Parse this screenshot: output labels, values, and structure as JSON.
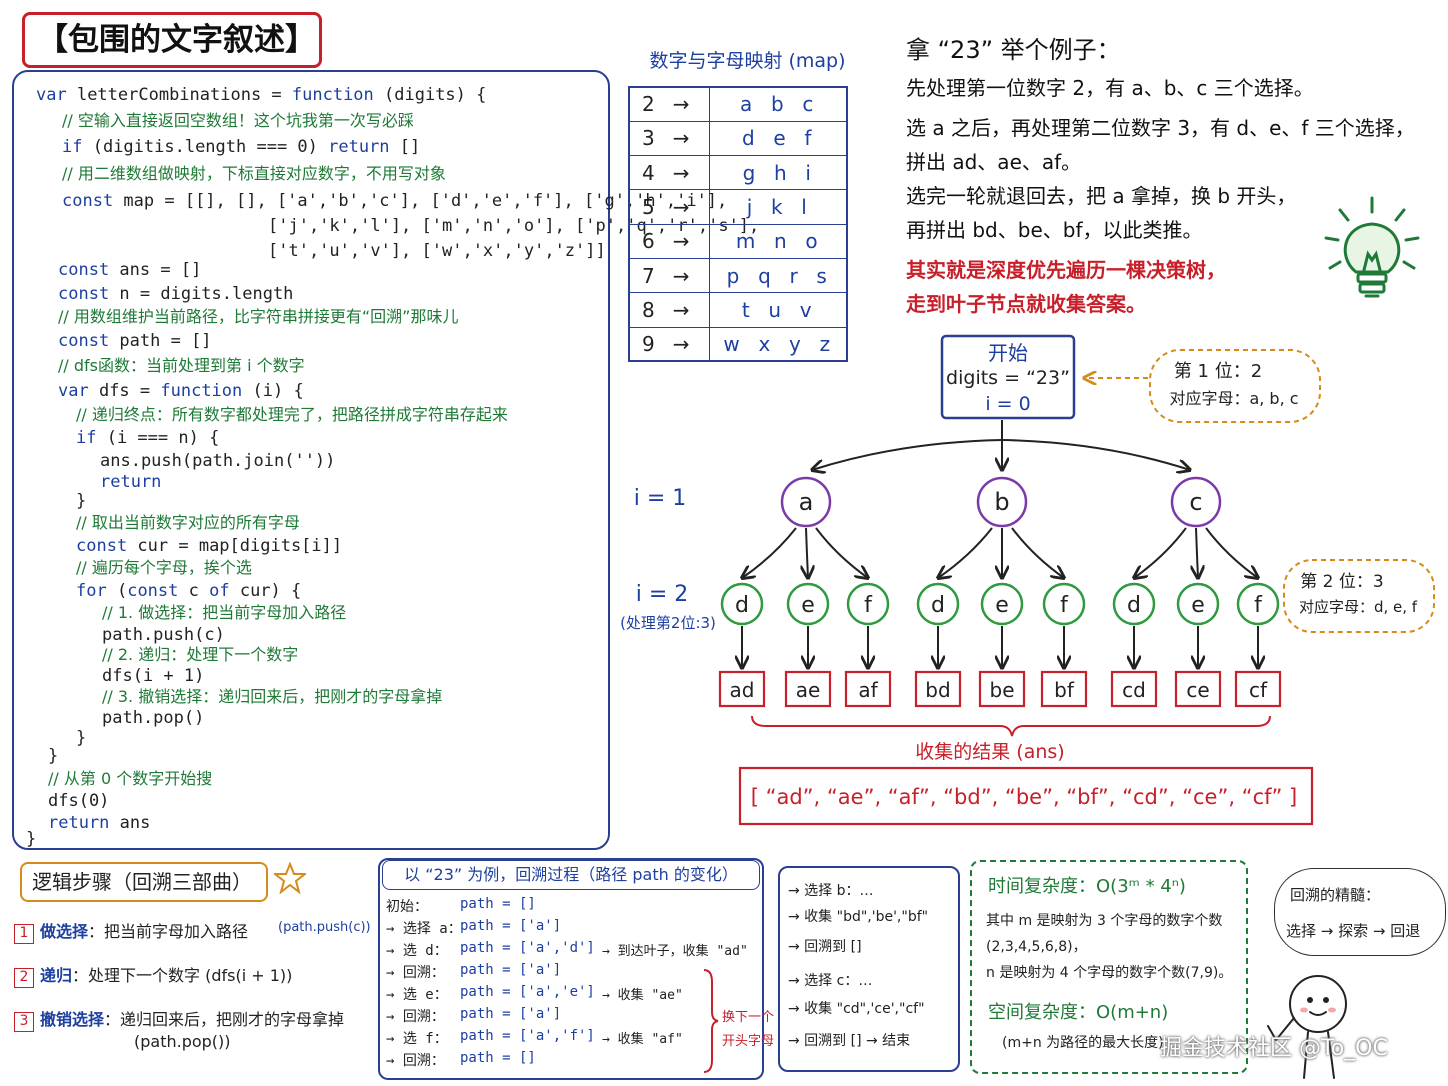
{
  "title": "【包围的文字叙述】",
  "code": {
    "lines": [
      "var letterCombinations = function (digits) {",
      "// 空输入直接返回空数组！这个坑我第一次写必踩",
      "if (digitis.length === 0) return []",
      "// 用二维数组做映射，下标直接对应数字，不用写对象",
      "const map = [[], [], ['a','b','c'], ['d','e','f'], ['g','h','i'],",
      "['j','k','l'], ['m','n','o'], ['p','q','r','s'],",
      "['t','u','v'], ['w','x','y','z']]",
      "const ans = []",
      "const n = digits.length",
      "// 用数组维护当前路径，比字符串拼接更有“回溯”那味儿",
      "const path = []",
      "// dfs函数：当前处理到第 i 个数字",
      "var dfs = function (i) {",
      "// 递归终点：所有数字都处理完了，把路径拼成字符串存起来",
      "if (i === n) {",
      "ans.push(path.join(''))",
      "return",
      "}",
      "// 取出当前数字对应的所有字母",
      "const cur = map[digits[i]]",
      "// 遍历每个字母，挨个选",
      "for (const c of cur) {",
      "// 1. 做选择：把当前字母加入路径",
      "path.push(c)",
      "// 2. 递归：处理下一个数字",
      "dfs(i + 1)",
      "// 3. 撤销选择：递归回来后，把刚才的字母拿掉",
      "path.pop()",
      "}",
      "}",
      "// 从第 0 个数字开始搜",
      "dfs(0)",
      "return ans",
      "}"
    ]
  },
  "map_table": {
    "title": "数字与字母映射 (map)",
    "arrow": "→",
    "rows": [
      {
        "digit": "2",
        "letters": "a  b  c"
      },
      {
        "digit": "3",
        "letters": "d  e  f"
      },
      {
        "digit": "4",
        "letters": "g  h  i"
      },
      {
        "digit": "5",
        "letters": "j  k  l"
      },
      {
        "digit": "6",
        "letters": "m  n  o"
      },
      {
        "digit": "7",
        "letters": "p  q  r  s"
      },
      {
        "digit": "8",
        "letters": "t  u  v"
      },
      {
        "digit": "9",
        "letters": "w  x  y  z"
      }
    ]
  },
  "explanation": {
    "heading": "拿 “23” 举个例子：",
    "lines": [
      "先处理第一位数字 2，有 a、b、c 三个选择。",
      "选 a 之后，再处理第二位数字 3，有 d、e、f 三个选择，",
      "拼出 ad、ae、af。",
      "选完一轮就退回去，把 a 拿掉，换 b 开头，",
      "再拼出 bd、be、bf，以此类推。"
    ],
    "highlight": [
      "其实就是深度优先遍历一棵决策树，",
      "走到叶子节点就收集答案。"
    ]
  },
  "tree": {
    "root": {
      "line1": "开始",
      "line2": "digits = “23”",
      "line3": "i = 0"
    },
    "callout1": {
      "line1": "第 1 位：2",
      "line2": "对应字母：a, b, c"
    },
    "callout2": {
      "line1": "第 2 位：3",
      "line2": "对应字母：d, e, f"
    },
    "level1_label": "i = 1",
    "level2_label": "i = 2",
    "level2_sub": "(处理第2位:3)",
    "level1": [
      "a",
      "b",
      "c"
    ],
    "level2": [
      "d",
      "e",
      "f",
      "d",
      "e",
      "f",
      "d",
      "e",
      "f"
    ],
    "leaves": [
      "ad",
      "ae",
      "af",
      "bd",
      "be",
      "bf",
      "cd",
      "ce",
      "cf"
    ],
    "result_label": "收集的结果 (ans)",
    "result": "[ “ad”, “ae”, “af”, “bd”, “be”, “bf”, “cd”, “ce”, “cf” ]"
  },
  "steps": {
    "title": "逻辑步骤（回溯三部曲）",
    "items": [
      {
        "num": "1",
        "name": "做选择",
        "desc": "：把当前字母加入路径",
        "extra": "(path.push(c))"
      },
      {
        "num": "2",
        "name": "递归",
        "desc": "：处理下一个数字 (dfs(i + 1))",
        "extra": ""
      },
      {
        "num": "3",
        "name": "撤销选择",
        "desc": "：递归回来后，把刚才的字母拿掉",
        "extra": "(path.pop())"
      }
    ]
  },
  "backtrack": {
    "title": "以 “23” 为例，回溯过程（路径 path 的变化）",
    "rows": [
      {
        "label": "初始：",
        "value": "path = []",
        "note": ""
      },
      {
        "label": "→ 选择 a：",
        "value": "path = ['a']",
        "note": ""
      },
      {
        "label": "→ 选 d：",
        "value": "path = ['a','d']",
        "note": "→ 到达叶子，收集 \"ad\""
      },
      {
        "label": "→ 回溯：",
        "value": "path = ['a']",
        "note": ""
      },
      {
        "label": "→ 选 e：",
        "value": "path = ['a','e']",
        "note": "→ 收集 \"ae\""
      },
      {
        "label": "→ 回溯：",
        "value": "path = ['a']",
        "note": ""
      },
      {
        "label": "→ 选 f：",
        "value": "path = ['a','f']",
        "note": "→ 收集 \"af\""
      },
      {
        "label": "→ 回溯：",
        "value": "path = []",
        "note": ""
      }
    ],
    "brace_note1": "换下一个",
    "brace_note2": "开头字母"
  },
  "side": {
    "rows": [
      "→ 选择 b：…",
      "→ 收集 \"bd\",'be',\"bf\"",
      "→ 回溯到 []",
      "→ 选择 c：…",
      "→ 收集 \"cd\",'ce',\"cf\"",
      "→ 回溯到 [] → 结束"
    ]
  },
  "complexity": {
    "time_title": "时间复杂度：O(3ᵐ * 4ⁿ)",
    "time_lines": [
      "其中 m 是映射为 3 个字母的数字个数",
      "(2,3,4,5,6,8)，",
      "n 是映射为 4 个字母的数字个数(7,9)。"
    ],
    "space_title": "空间复杂度：O(m+n)",
    "space_line": "(m+n 为路径的最大长度)"
  },
  "essence": {
    "title": "回溯的精髓：",
    "flow": "选择 → 探索 → 回退"
  },
  "watermark": "掘金技术社区 @To_OC",
  "colors": {
    "blue": "#1d3fa0",
    "red": "#c8202a",
    "green": "#1f7a37",
    "purple": "#7a3aa8",
    "orange": "#d48b1a"
  }
}
